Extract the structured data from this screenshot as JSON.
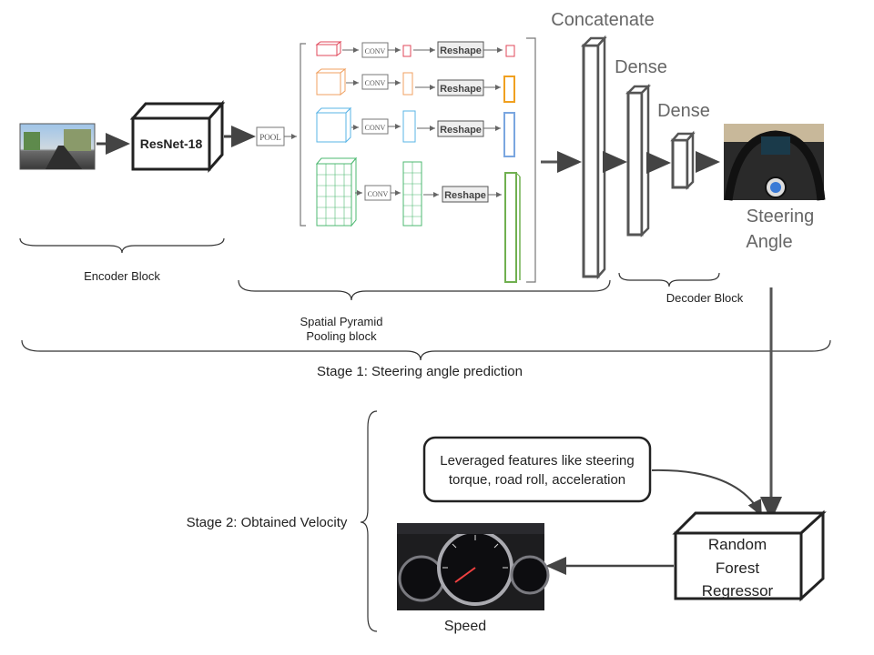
{
  "encoder": {
    "label": "ResNet-18",
    "block_label": "Encoder Block"
  },
  "spp": {
    "pool_label": "POOL",
    "conv_label": "CONV",
    "reshape_label": "Reshape",
    "block_label_line1": "Spatial Pyramid",
    "block_label_line2": "Pooling block"
  },
  "decoder": {
    "concatenate_label": "Concatenate",
    "dense1_label": "Dense",
    "dense2_label": "Dense",
    "block_label": "Decoder Block",
    "output_line1": "Steering",
    "output_line2": "Angle"
  },
  "stage1_label": "Stage 1: Steering angle prediction",
  "stage2": {
    "label": "Stage 2: Obtained Velocity",
    "features_line1": "Leveraged features like steering",
    "features_line2": "torque, road roll, acceleration",
    "regressor_line1": "Random",
    "regressor_line2": "Forest",
    "regressor_line3": "Regressor",
    "speed_label": "Speed"
  },
  "colors": {
    "red": "#e0475a",
    "orange": "#f0a060",
    "blue": "#5ab4e6",
    "green": "#4cb870",
    "dark": "#444444",
    "orange_bar": "#f0a020",
    "blue_bar": "#7aa6e0",
    "green_bar": "#70b050"
  }
}
